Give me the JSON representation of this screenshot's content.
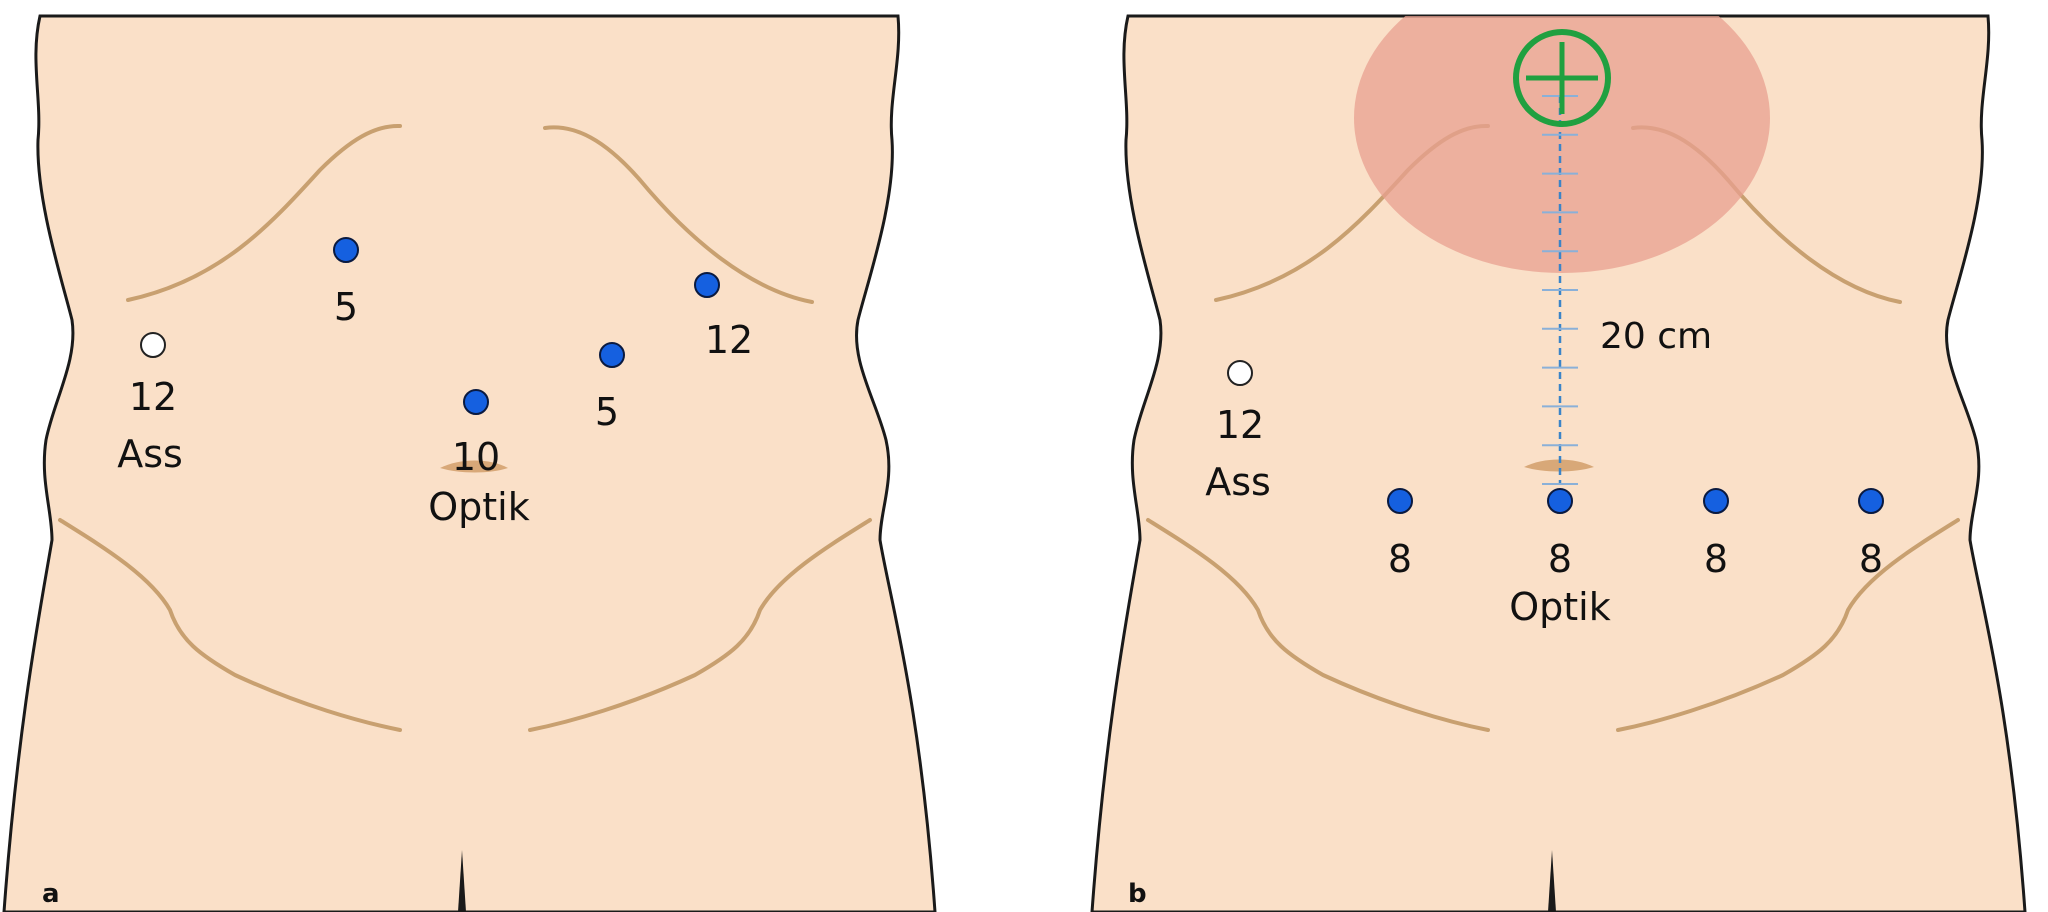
{
  "colors": {
    "skin": "#fae0c8",
    "outline": "#1a1a1a",
    "fold": "#c8a070",
    "port_blue": "#1560e0",
    "port_white": "#ffffff",
    "target_zone": "#e8a090",
    "crosshair": "#20a040",
    "ruler": "#3a84c8"
  },
  "panel_a": {
    "panel_label": "a",
    "ports": [
      {
        "id": "assistant",
        "type": "white",
        "size": "12",
        "role": "Ass"
      },
      {
        "id": "upper-left-5",
        "type": "blue",
        "size": "5"
      },
      {
        "id": "camera",
        "type": "blue",
        "size": "10",
        "role": "Optik"
      },
      {
        "id": "right-5",
        "type": "blue",
        "size": "5"
      },
      {
        "id": "right-12",
        "type": "blue",
        "size": "12"
      }
    ]
  },
  "panel_b": {
    "panel_label": "b",
    "distance_label": "20 cm",
    "target_icon": "crosshair-target-icon",
    "ports": [
      {
        "id": "assistant",
        "type": "white",
        "size": "12",
        "role": "Ass"
      },
      {
        "id": "port-1",
        "type": "blue",
        "size": "8"
      },
      {
        "id": "camera",
        "type": "blue",
        "size": "8",
        "role": "Optik"
      },
      {
        "id": "port-3",
        "type": "blue",
        "size": "8"
      },
      {
        "id": "port-4",
        "type": "blue",
        "size": "8"
      }
    ]
  }
}
